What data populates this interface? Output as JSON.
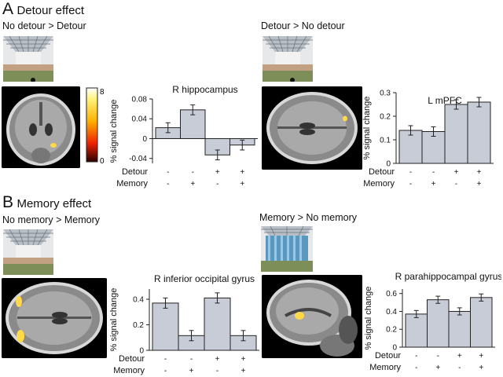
{
  "sections": [
    {
      "letter": "A",
      "title": "Detour effect"
    },
    {
      "letter": "B",
      "title": "Memory effect"
    }
  ],
  "contrasts": [
    "No detour > Detour",
    "Detour > No detour",
    "No memory > Memory",
    "Memory > No memory"
  ],
  "colorbar": {
    "max_label": "8",
    "min_label": "0"
  },
  "colors": {
    "bar": "#c8ccd6",
    "bar_edge": "#222222",
    "activation": "#ffd94a",
    "scene_floor": "#7e8e58",
    "scene_wall": "#c2a082",
    "scene_panel_blue": "#5a98bf"
  },
  "chart_data": [
    {
      "type": "bar",
      "title": "R hippocampus",
      "ylabel": "% signal change",
      "ylim": [
        -0.05,
        0.08
      ],
      "yticks": [
        0.08,
        0.04,
        0,
        -0.04
      ],
      "ytick_labels": [
        "0.08",
        "0.04",
        "0",
        "-0.04"
      ],
      "row_labels": [
        "Detour",
        "Memory"
      ],
      "conditions": [
        [
          "-",
          "-"
        ],
        [
          "-",
          "+"
        ],
        [
          "+",
          "-"
        ],
        [
          "+",
          "+"
        ]
      ],
      "values": [
        0.022,
        0.058,
        -0.033,
        -0.013
      ],
      "errors": [
        0.01,
        0.01,
        0.01,
        0.01
      ]
    },
    {
      "type": "bar",
      "title": "L mPFC",
      "ylabel": "% signal change",
      "ylim": [
        0,
        0.3
      ],
      "yticks": [
        0.3,
        0.2,
        0.1,
        0
      ],
      "ytick_labels": [
        "0.3",
        "0.2",
        "0.1",
        "0"
      ],
      "row_labels": [
        "Detour",
        "Memory"
      ],
      "conditions": [
        [
          "-",
          "-"
        ],
        [
          "-",
          "+"
        ],
        [
          "+",
          "-"
        ],
        [
          "+",
          "+"
        ]
      ],
      "values": [
        0.14,
        0.135,
        0.25,
        0.26
      ],
      "errors": [
        0.02,
        0.02,
        0.02,
        0.02
      ]
    },
    {
      "type": "bar",
      "title": "R inferior occipital gyrus",
      "ylabel": "% signal change",
      "ylim": [
        0,
        0.48
      ],
      "yticks": [
        0.4,
        0.2,
        0
      ],
      "ytick_labels": [
        "0.4",
        "0.2",
        "0"
      ],
      "row_labels": [
        "Detour",
        "Memory"
      ],
      "conditions": [
        [
          "-",
          "-"
        ],
        [
          "-",
          "+"
        ],
        [
          "+",
          "-"
        ],
        [
          "+",
          "+"
        ]
      ],
      "values": [
        0.37,
        0.115,
        0.41,
        0.115
      ],
      "errors": [
        0.04,
        0.04,
        0.04,
        0.04
      ]
    },
    {
      "type": "bar",
      "title": "R parahippocampal gyrus",
      "ylabel": "% signal change",
      "ylim": [
        0,
        0.65
      ],
      "yticks": [
        0.6,
        0.4,
        0.2,
        0
      ],
      "ytick_labels": [
        "0.6",
        "0.4",
        "0.2",
        "0"
      ],
      "row_labels": [
        "Detour",
        "Memory"
      ],
      "conditions": [
        [
          "-",
          "-"
        ],
        [
          "-",
          "+"
        ],
        [
          "+",
          "-"
        ],
        [
          "+",
          "+"
        ]
      ],
      "values": [
        0.37,
        0.53,
        0.4,
        0.555
      ],
      "errors": [
        0.04,
        0.04,
        0.04,
        0.04
      ]
    }
  ]
}
